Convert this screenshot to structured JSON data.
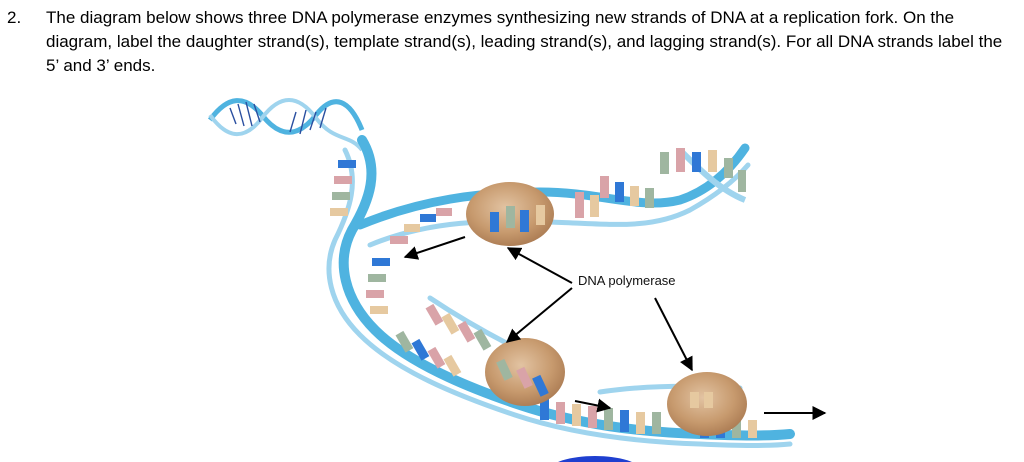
{
  "question": {
    "number": "2.",
    "text": "The diagram below shows three DNA polymerase enzymes synthesizing new strands of DNA at a replication fork. On the diagram, label the daughter strand(s), template strand(s), leading strand(s), and lagging strand(s). For all DNA strands label the 5’ and 3’ ends."
  },
  "diagram": {
    "polymerase_label": "DNA polymerase",
    "colors": {
      "backbone": "#4fb3e0",
      "backbone_light": "#9fd4ee",
      "enzyme": "#c79a6e",
      "base_blue": "#2f78d6",
      "base_pink": "#d9a3a8",
      "base_tan": "#e6c9a0",
      "base_sage": "#9fb6a0",
      "arrow": "#000000"
    }
  }
}
